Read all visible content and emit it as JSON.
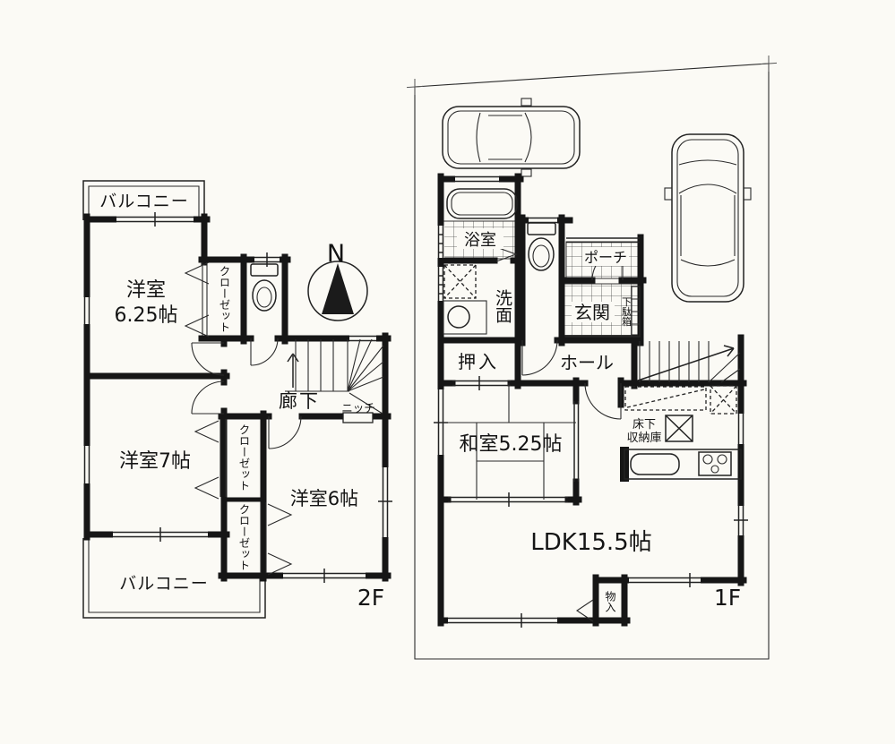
{
  "colors": {
    "background": "#fbfaf5",
    "wall": "#161616",
    "line": "#2b2b2b"
  },
  "compass": {
    "north_label": "N"
  },
  "floor2": {
    "floor_label": "2F",
    "balcony_top": "バルコニー",
    "balcony_bottom": "バルコニー",
    "room_625_l1": "洋室",
    "room_625_l2": "6.25帖",
    "closet_625": "クローゼット",
    "room_7": "洋室7帖",
    "closet_upper": "クローゼット",
    "closet_lower": "クローゼット",
    "room_6": "洋室6帖",
    "hallway": "廊下",
    "niche": "ニッチ"
  },
  "floor1": {
    "floor_label": "1F",
    "bathroom": "浴室",
    "washroom": "洗面",
    "porch": "ポーチ",
    "entrance": "玄関",
    "shoe_cabinet": "下駄箱",
    "oshiire": "押入",
    "hall": "ホール",
    "japanese_room": "和室5.25帖",
    "underfloor_l1": "床下",
    "underfloor_l2": "収納庫",
    "ldk": "LDK15.5帖",
    "storage": "物入"
  }
}
